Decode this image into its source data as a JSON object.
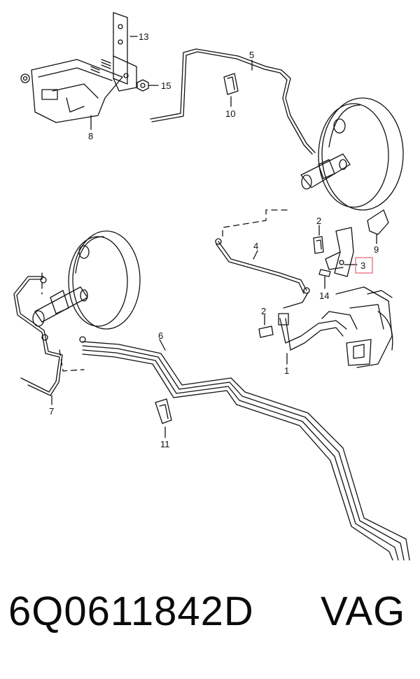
{
  "callouts": {
    "c1": "1",
    "c2a": "2",
    "c2b": "2",
    "c3": "3",
    "c4": "4",
    "c5": "5",
    "c6": "6",
    "c7": "7",
    "c8": "8",
    "c9": "9",
    "c10": "10",
    "c11": "11",
    "c13": "13",
    "c14": "14",
    "c15": "15"
  },
  "highlight_color": "#e06070",
  "footer": {
    "part_number": "6Q0611842D",
    "brand": "VAG"
  }
}
